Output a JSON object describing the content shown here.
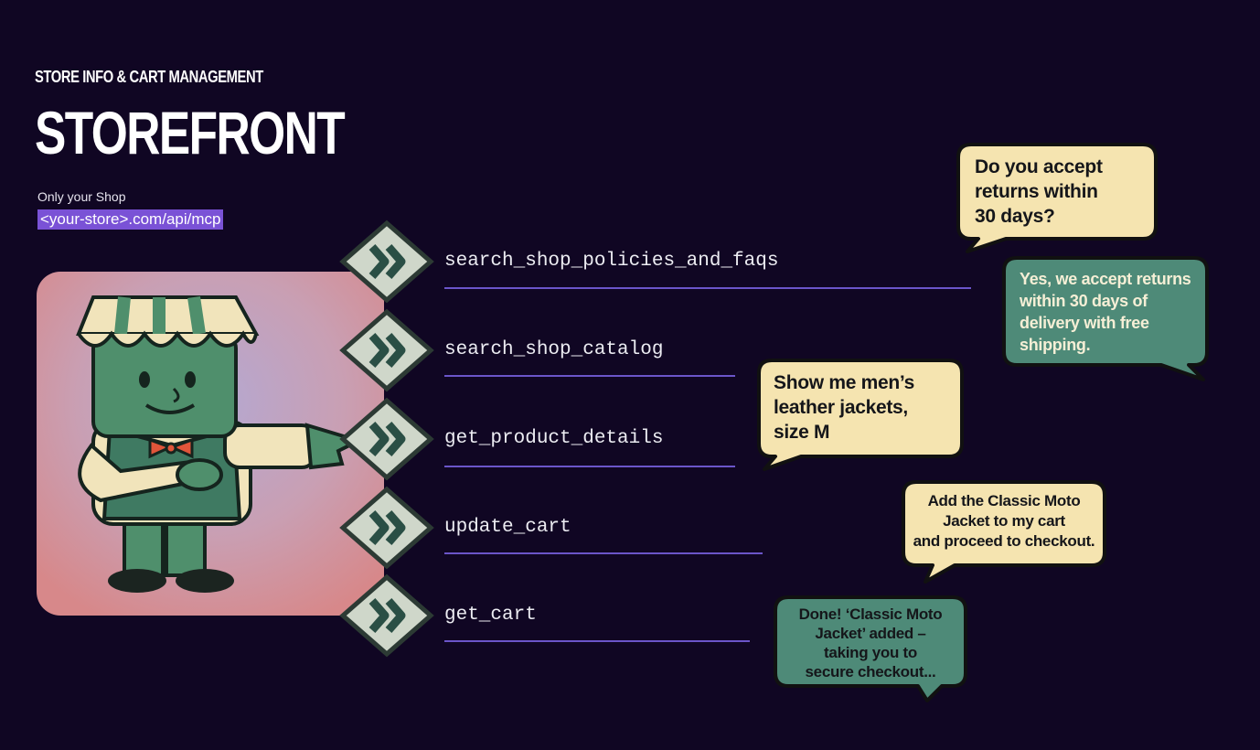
{
  "header": {
    "eyebrow": "STORE INFO & CART MANAGEMENT",
    "title": "STOREFRONT",
    "subtitle": "Only your Shop",
    "endpoint": "<your-store>.com/api/mcp"
  },
  "tools": [
    {
      "name": "search_shop_policies_and_faqs"
    },
    {
      "name": "search_shop_catalog"
    },
    {
      "name": "get_product_details"
    },
    {
      "name": "update_cart"
    },
    {
      "name": "get_cart"
    }
  ],
  "bubbles": [
    {
      "role": "user",
      "text": "Do you accept\nreturns within\n30 days?"
    },
    {
      "role": "assistant",
      "text": "Yes, we accept returns\nwithin 30 days of\ndelivery with free\nshipping."
    },
    {
      "role": "user",
      "text": "Show me men’s\nleather jackets,\nsize M"
    },
    {
      "role": "user",
      "text": "Add the Classic Moto\nJacket to my cart\nand proceed to checkout."
    },
    {
      "role": "assistant",
      "text": "Done! ‘Classic Moto\nJacket’ added –\ntaking you to\nsecure checkout..."
    }
  ],
  "colors": {
    "background": "#100623",
    "accent": "#7a52d6",
    "rule": "#6b55c9",
    "user_bubble": "#f5e4b0",
    "assistant_bubble": "#4e8a78",
    "mascot_green": "#4f8f6c"
  },
  "icons": {
    "tool_badge": "double-chevron-right-icon"
  }
}
